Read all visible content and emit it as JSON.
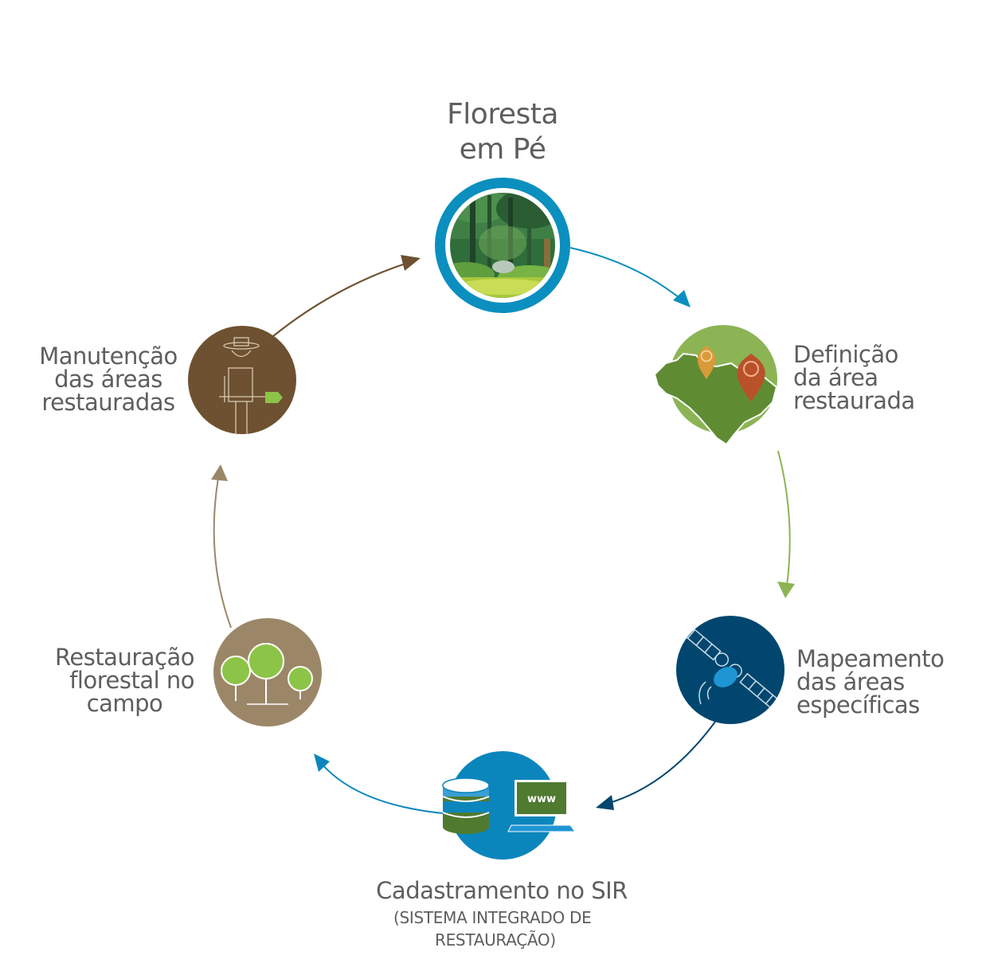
{
  "stages": {
    "floresta": {
      "line1": "Floresta",
      "line2": "em Pé"
    },
    "definicao": {
      "line1": "Definição",
      "line2": "da área",
      "line3": "restaurada"
    },
    "mapeamento": {
      "line1": "Mapeamento",
      "line2": "das áreas",
      "line3": "específicas"
    },
    "cadastramento": {
      "title": "Cadastramento no SIR",
      "sub1": "(SISTEMA INTEGRADO DE",
      "sub2": "RESTAURAÇÃO)",
      "screen_text": "www"
    },
    "restauracao": {
      "line1": "Restauração",
      "line2": "florestal no",
      "line3": "campo"
    },
    "manutencao": {
      "line1": "Manutenção",
      "line2": "das áreas",
      "line3": "restauradas"
    }
  },
  "colors": {
    "floresta_ring": "#0a8fbf",
    "definicao": "#8cb454",
    "mapeamento": "#00466f",
    "cadastramento": "#0b86bd",
    "restauracao": "#9b8768",
    "manutencao": "#6d5131",
    "text": "#5e5e5e"
  },
  "icons": [
    "forest-scene-icon",
    "brazil-map-pin-icon",
    "satellite-icon",
    "database-www-icon",
    "trees-icon",
    "worker-icon"
  ]
}
